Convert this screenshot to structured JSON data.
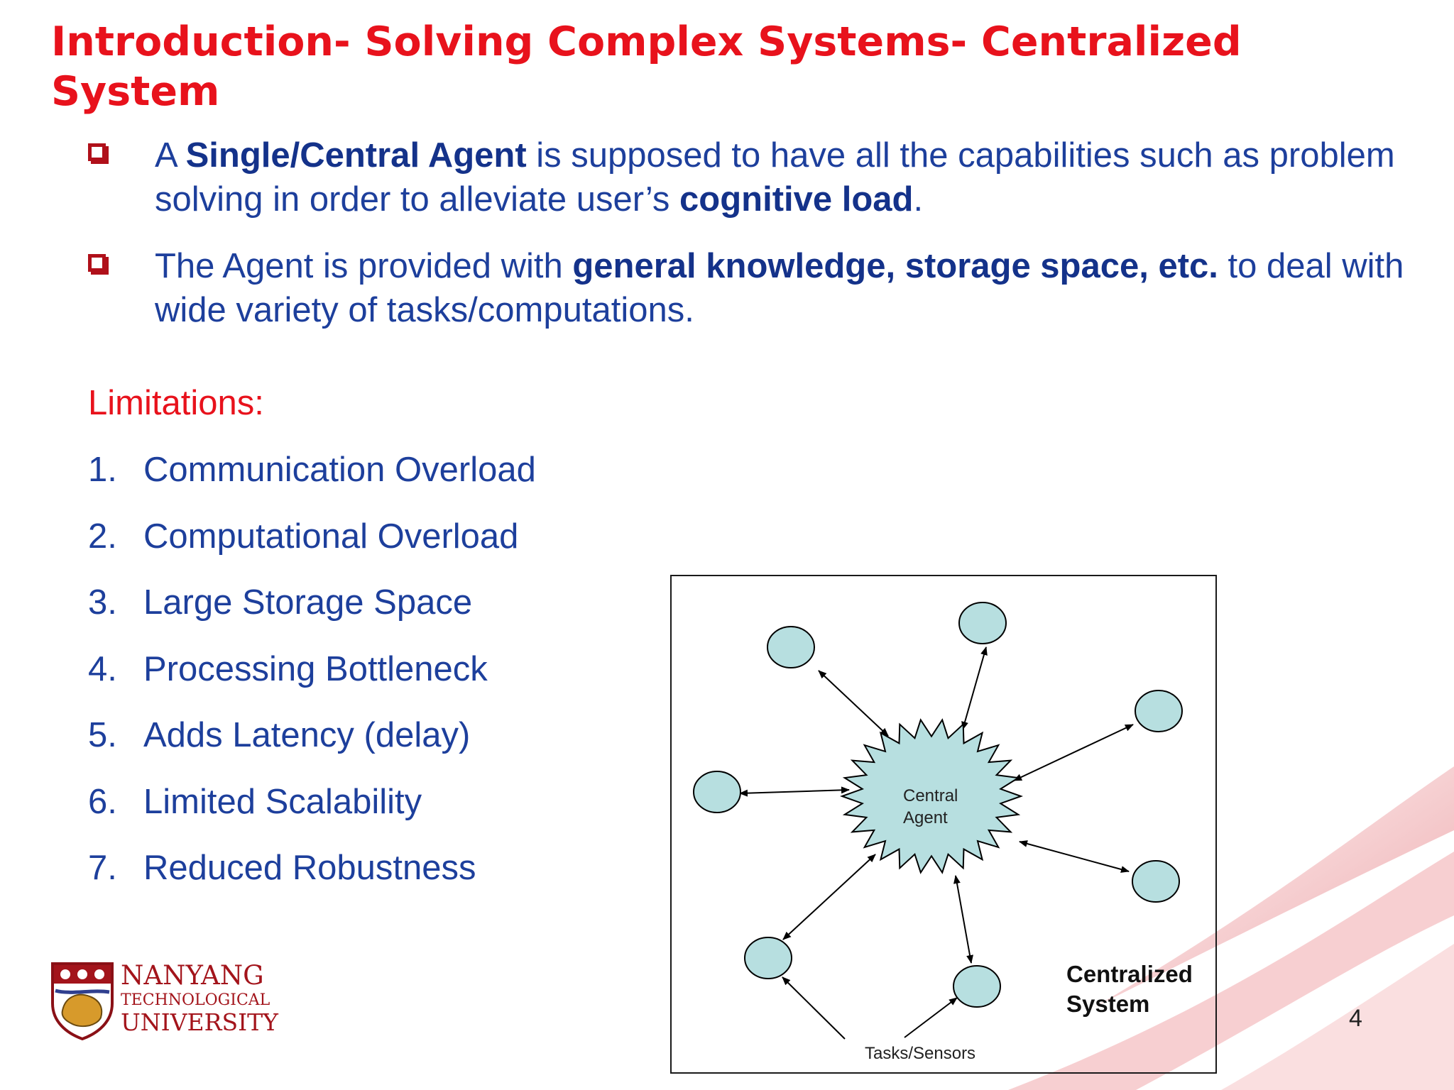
{
  "slide": {
    "title": "Introduction- Solving Complex Systems- Centralized System",
    "bullets": [
      {
        "pre": " A ",
        "bold1": "Single/Central Agent",
        "mid": " is supposed to have all the capabilities such as problem solving in order to alleviate user’s ",
        "bold2": "cognitive load",
        "post": "."
      },
      {
        "pre": "The Agent is provided with ",
        "bold1": "general knowledge, storage space, etc.",
        "mid": " to deal with wide variety of tasks/computations.",
        "bold2": "",
        "post": ""
      }
    ],
    "limitations_heading": "Limitations:",
    "limitations": [
      {
        "num": "1.",
        "text": "Communication Overload"
      },
      {
        "num": "2.",
        "text": "Computational Overload"
      },
      {
        "num": "3.",
        "text": "Large Storage Space"
      },
      {
        "num": "4.",
        "text": "Processing Bottleneck"
      },
      {
        "num": "5.",
        "text": "Adds Latency (delay)"
      },
      {
        "num": "6.",
        "text": "Limited Scalability"
      },
      {
        "num": "7.",
        "text": "Reduced Robustness"
      }
    ],
    "page_number": "4"
  },
  "diagram": {
    "center_label_line1": "Central",
    "center_label_line2": "Agent",
    "input_label": "Tasks/Sensors",
    "caption_line1": "Centralized",
    "caption_line2": "System",
    "node_fill": "#b7dfe0",
    "edge_color": "#000000"
  },
  "logo": {
    "line1": "NANYANG",
    "line2": "TECHNOLOGICAL",
    "line3": "UNIVERSITY",
    "color": "#a3141b"
  },
  "colors": {
    "title": "#e8121c",
    "body_text": "#1d3f9c",
    "bullet_box": "#b0101a"
  }
}
